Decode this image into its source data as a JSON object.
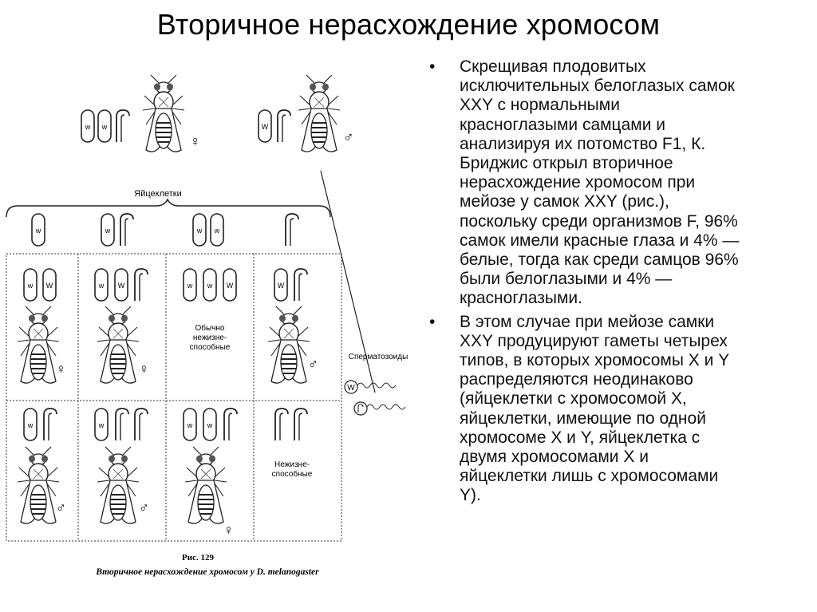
{
  "title": "Вторичное нерасхождение хромосом",
  "bullets": [
    {
      "marker": "•",
      "text": "Скрещивая плодовитых\nисключительных белоглазых самок\nXXY с нормальными\nкрасноглазыми самцами и\nанализируя их потомство F1, К.\nБриджис открыл вторичное\nнерасхождение хромосом при\nмейозе у самок XXY (рис.),\nпоскольку среди организмов F, 96%\nсамок имели красные глаза и 4% —\nбелые, тогда как среди самцов 96%\nбыли белоглазыми и 4% —\nкрасноглазыми."
    },
    {
      "marker": "•",
      "text": "В этом случае при мейозе самки\nXXY продуцируют гаметы четырех\nтипов, в которых хромосомы X и Y\nраспределяются неодинаково\n(яйцеклетки с хромосомой X,\nяйцеклетки, имеющие по одной\nхромосоме X и Y, яйцеклетка с\nдвумя хромосомами X и\nяйцеклетки лишь с хромосомами\nY)."
    }
  ],
  "figure": {
    "eggs_label": "Яйцеклетки",
    "sperm_label": "Сперматозоиды",
    "w": "w",
    "w_cap": "W",
    "female": "♀",
    "male": "♂",
    "inviable_usually": [
      "Обычно",
      "нежизне-",
      "способные"
    ],
    "inviable": [
      "Нежизне-",
      "способные"
    ],
    "caption_num": "Рис. 129",
    "caption_text": "Вторичное нерасхождение хромосом у D. melanogaster"
  }
}
